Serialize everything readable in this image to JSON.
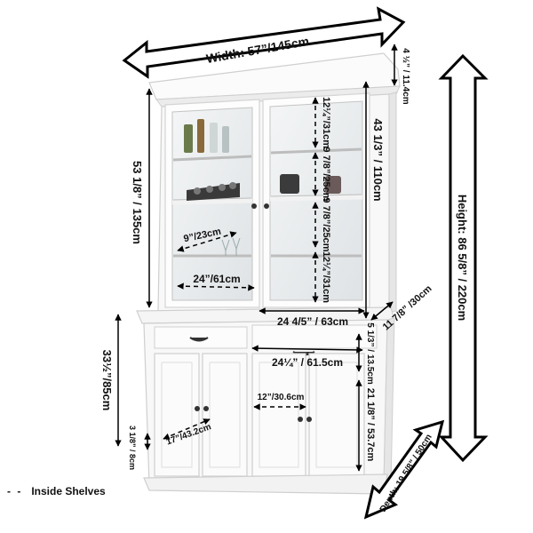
{
  "labels": {
    "width": "Width:  57”/145cm",
    "top_molding": "4 ½” / 11.4cm",
    "height": "Height: 86 5/8” / 220cm",
    "hutch_height": "53 1/8” / 135cm",
    "shelf_spacing_1": "12¼”/31cm",
    "shelf_spacing_2": "9 7/8”/25cm",
    "shelf_spacing_3": "9 7/8”/25cm",
    "shelf_spacing_4": "12¼”/31cm",
    "glass_door_height": "43 1/3” / 110cm",
    "inner_shelf_depth": "9”/23cm",
    "inner_shelf_width": "24”/61cm",
    "hutch_base_width": "24 4/5” / 63cm",
    "hutch_depth": "11 7/8” /30cm",
    "base_height": "33½”/85cm",
    "drawer_width": "24¼” / 61.5cm",
    "drawer_height": "5 1/3” / 13.5cm",
    "cabinet_inner_depth": "12”/30.6cm",
    "cabinet_door_height": "21 1/8” / 53.7cm",
    "cabinet_inner_width": "17”/43.2cm",
    "foot_height": "3 1/8” / 8cm",
    "depth": "Depth: 19 5/8” / 50cm"
  },
  "legend": {
    "marker": "- -",
    "text": "Inside Shelves"
  },
  "colors": {
    "furniture": "#f7f7f7",
    "outline": "#c9c9c9",
    "glass": "#e8ecee",
    "arrow": "#000000"
  }
}
